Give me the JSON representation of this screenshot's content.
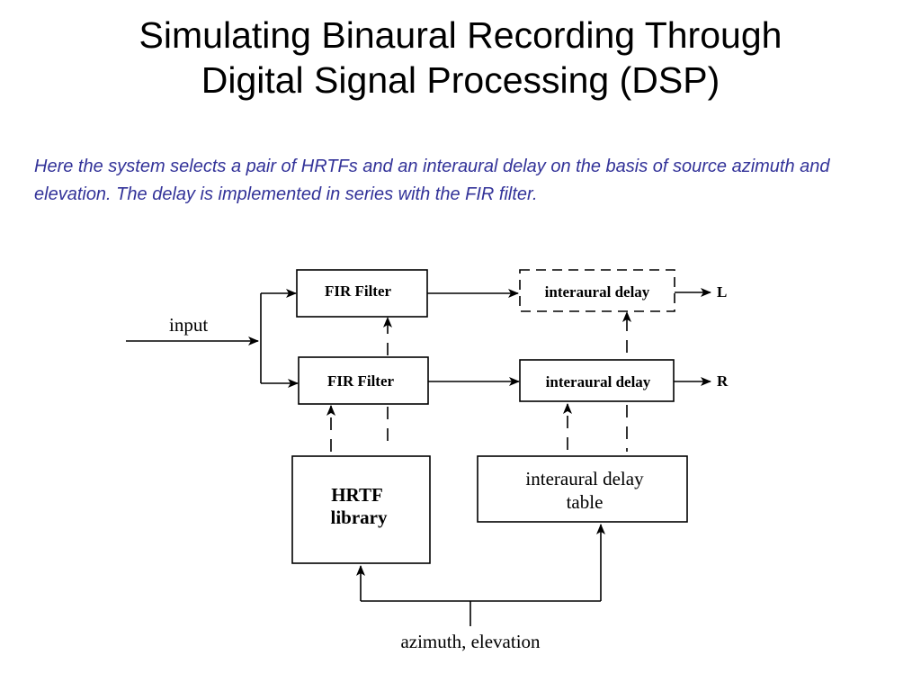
{
  "slide": {
    "title_line1": "Simulating Binaural Recording Through",
    "title_line2": "Digital Signal Processing (DSP)",
    "description": "Here the system selects a pair of HRTFs and an interaural delay on the basis of source azimuth and elevation.  The delay is implemented in series with the FIR filter."
  },
  "diagram": {
    "input_label": "input",
    "fir_filter_top": "FIR Filter",
    "fir_filter_bottom": "FIR Filter",
    "delay_top": "interaural delay",
    "delay_bottom": "interaural delay",
    "output_left": "L",
    "output_right": "R",
    "hrtf_line1": "HRTF",
    "hrtf_line2": "library",
    "delay_table_line1": "interaural delay",
    "delay_table_line2": "table",
    "control_label": "azimuth, elevation"
  }
}
